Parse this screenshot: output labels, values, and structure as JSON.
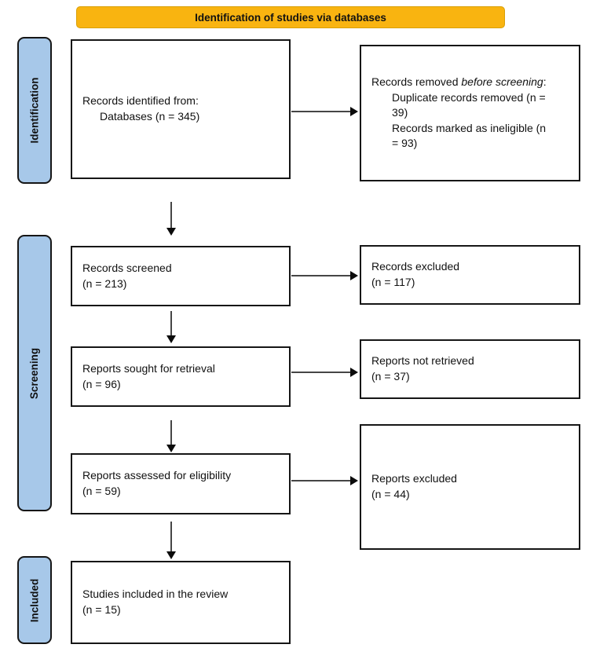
{
  "banner": {
    "title": "Identification of studies via databases"
  },
  "stages": [
    {
      "label": "Identification"
    },
    {
      "label": "Screening"
    },
    {
      "label": "Included"
    }
  ],
  "flow": {
    "records_identified": {
      "line1": "Records identified from:",
      "line2": "Databases (n = 345)",
      "n": 345
    },
    "records_removed": {
      "intro_plain": "Records removed ",
      "intro_italic": "before screening",
      "intro_colon": ":",
      "item1": "Duplicate records removed (n = 39)",
      "item2": "Records marked as ineligible (n = 93)",
      "n_duplicates": 39,
      "n_ineligible": 93
    },
    "records_screened": {
      "line1": "Records screened",
      "line2": "(n = 213)",
      "n": 213
    },
    "records_excluded": {
      "line1": "Records excluded",
      "line2": "(n = 117)",
      "n": 117
    },
    "reports_sought": {
      "line1": "Reports sought for retrieval",
      "line2": "(n = 96)",
      "n": 96
    },
    "reports_not_retrieved": {
      "line1": "Reports not retrieved",
      "line2": "(n = 37)",
      "n": 37
    },
    "reports_assessed": {
      "line1": "Reports assessed for eligibility",
      "line2": "(n = 59)",
      "n": 59
    },
    "reports_excluded": {
      "line1": "Reports excluded",
      "line2": "(n = 44)",
      "n": 44
    },
    "studies_included": {
      "line1": "Studies included in the review",
      "line2": "(n = 15)",
      "n": 15
    }
  },
  "colors": {
    "banner_fill": "#F9B410",
    "stage_fill": "#A7C8E9",
    "box_border": "#161616",
    "arrow": "#454545",
    "background": "#FFFFFF"
  }
}
